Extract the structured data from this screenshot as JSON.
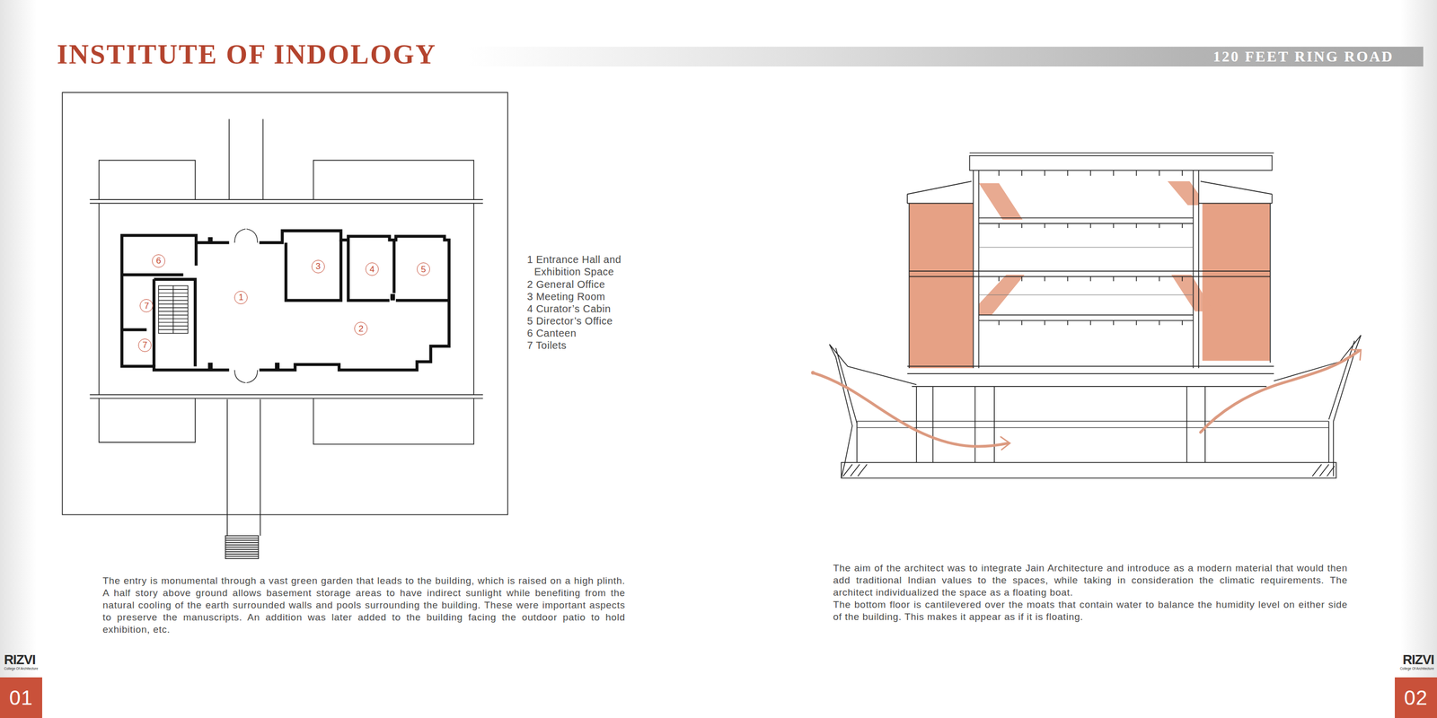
{
  "diagram": {
    "title": "INSTITUTE OF INDOLOGY",
    "nodes": [
      {
        "text": [
          "120 FEET RING ROAD"
        ]
      },
      {
        "text": [
          "6"
        ]
      },
      {
        "text": [
          "3"
        ]
      },
      {
        "text": [
          "4"
        ]
      },
      {
        "text": [
          "5"
        ]
      },
      {
        "text": [
          "1"
        ]
      },
      {
        "text": [
          "7"
        ]
      },
      {
        "text": [
          "2"
        ]
      },
      {
        "text": [
          "7"
        ]
      },
      {
        "text": [
          "01"
        ]
      },
      {
        "text": [
          "02"
        ]
      }
    ],
    "labels": [
      "1 Entrance Hall and Exhibition Space",
      "2 General Office",
      "3 Meeting Room",
      "4 Curator’s Cabin",
      "5 Director’s Office",
      "6 Canteen",
      "7 Toilets",
      "The entry is monumental through a vast green garden that leads to the building, which is raised on a high plinth. A half story above ground allows basement storage areas to have indirect sunlight while benefiting from the natural cooling of the earth surrounded walls and pools surrounding the building. These were important aspects to preserve the manuscripts. An addition was later added to the building facing the outdoor patio to hold exhibition, etc.",
      "The aim of the architect was to integrate Jain Architecture and introduce as a modern material that would then add traditional Indian values to the spaces, while taking in consideration the climatic requirements. The architect individualized the space as a floating boat.",
      "The bottom floor is cantilevered over the moats that contain water to balance the humidity level on either side of the building. This makes it appear as if it is floating.",
      "RIZVI",
      "College Of Architecture",
      "RIZVI",
      "College Of Architecture"
    ]
  }
}
